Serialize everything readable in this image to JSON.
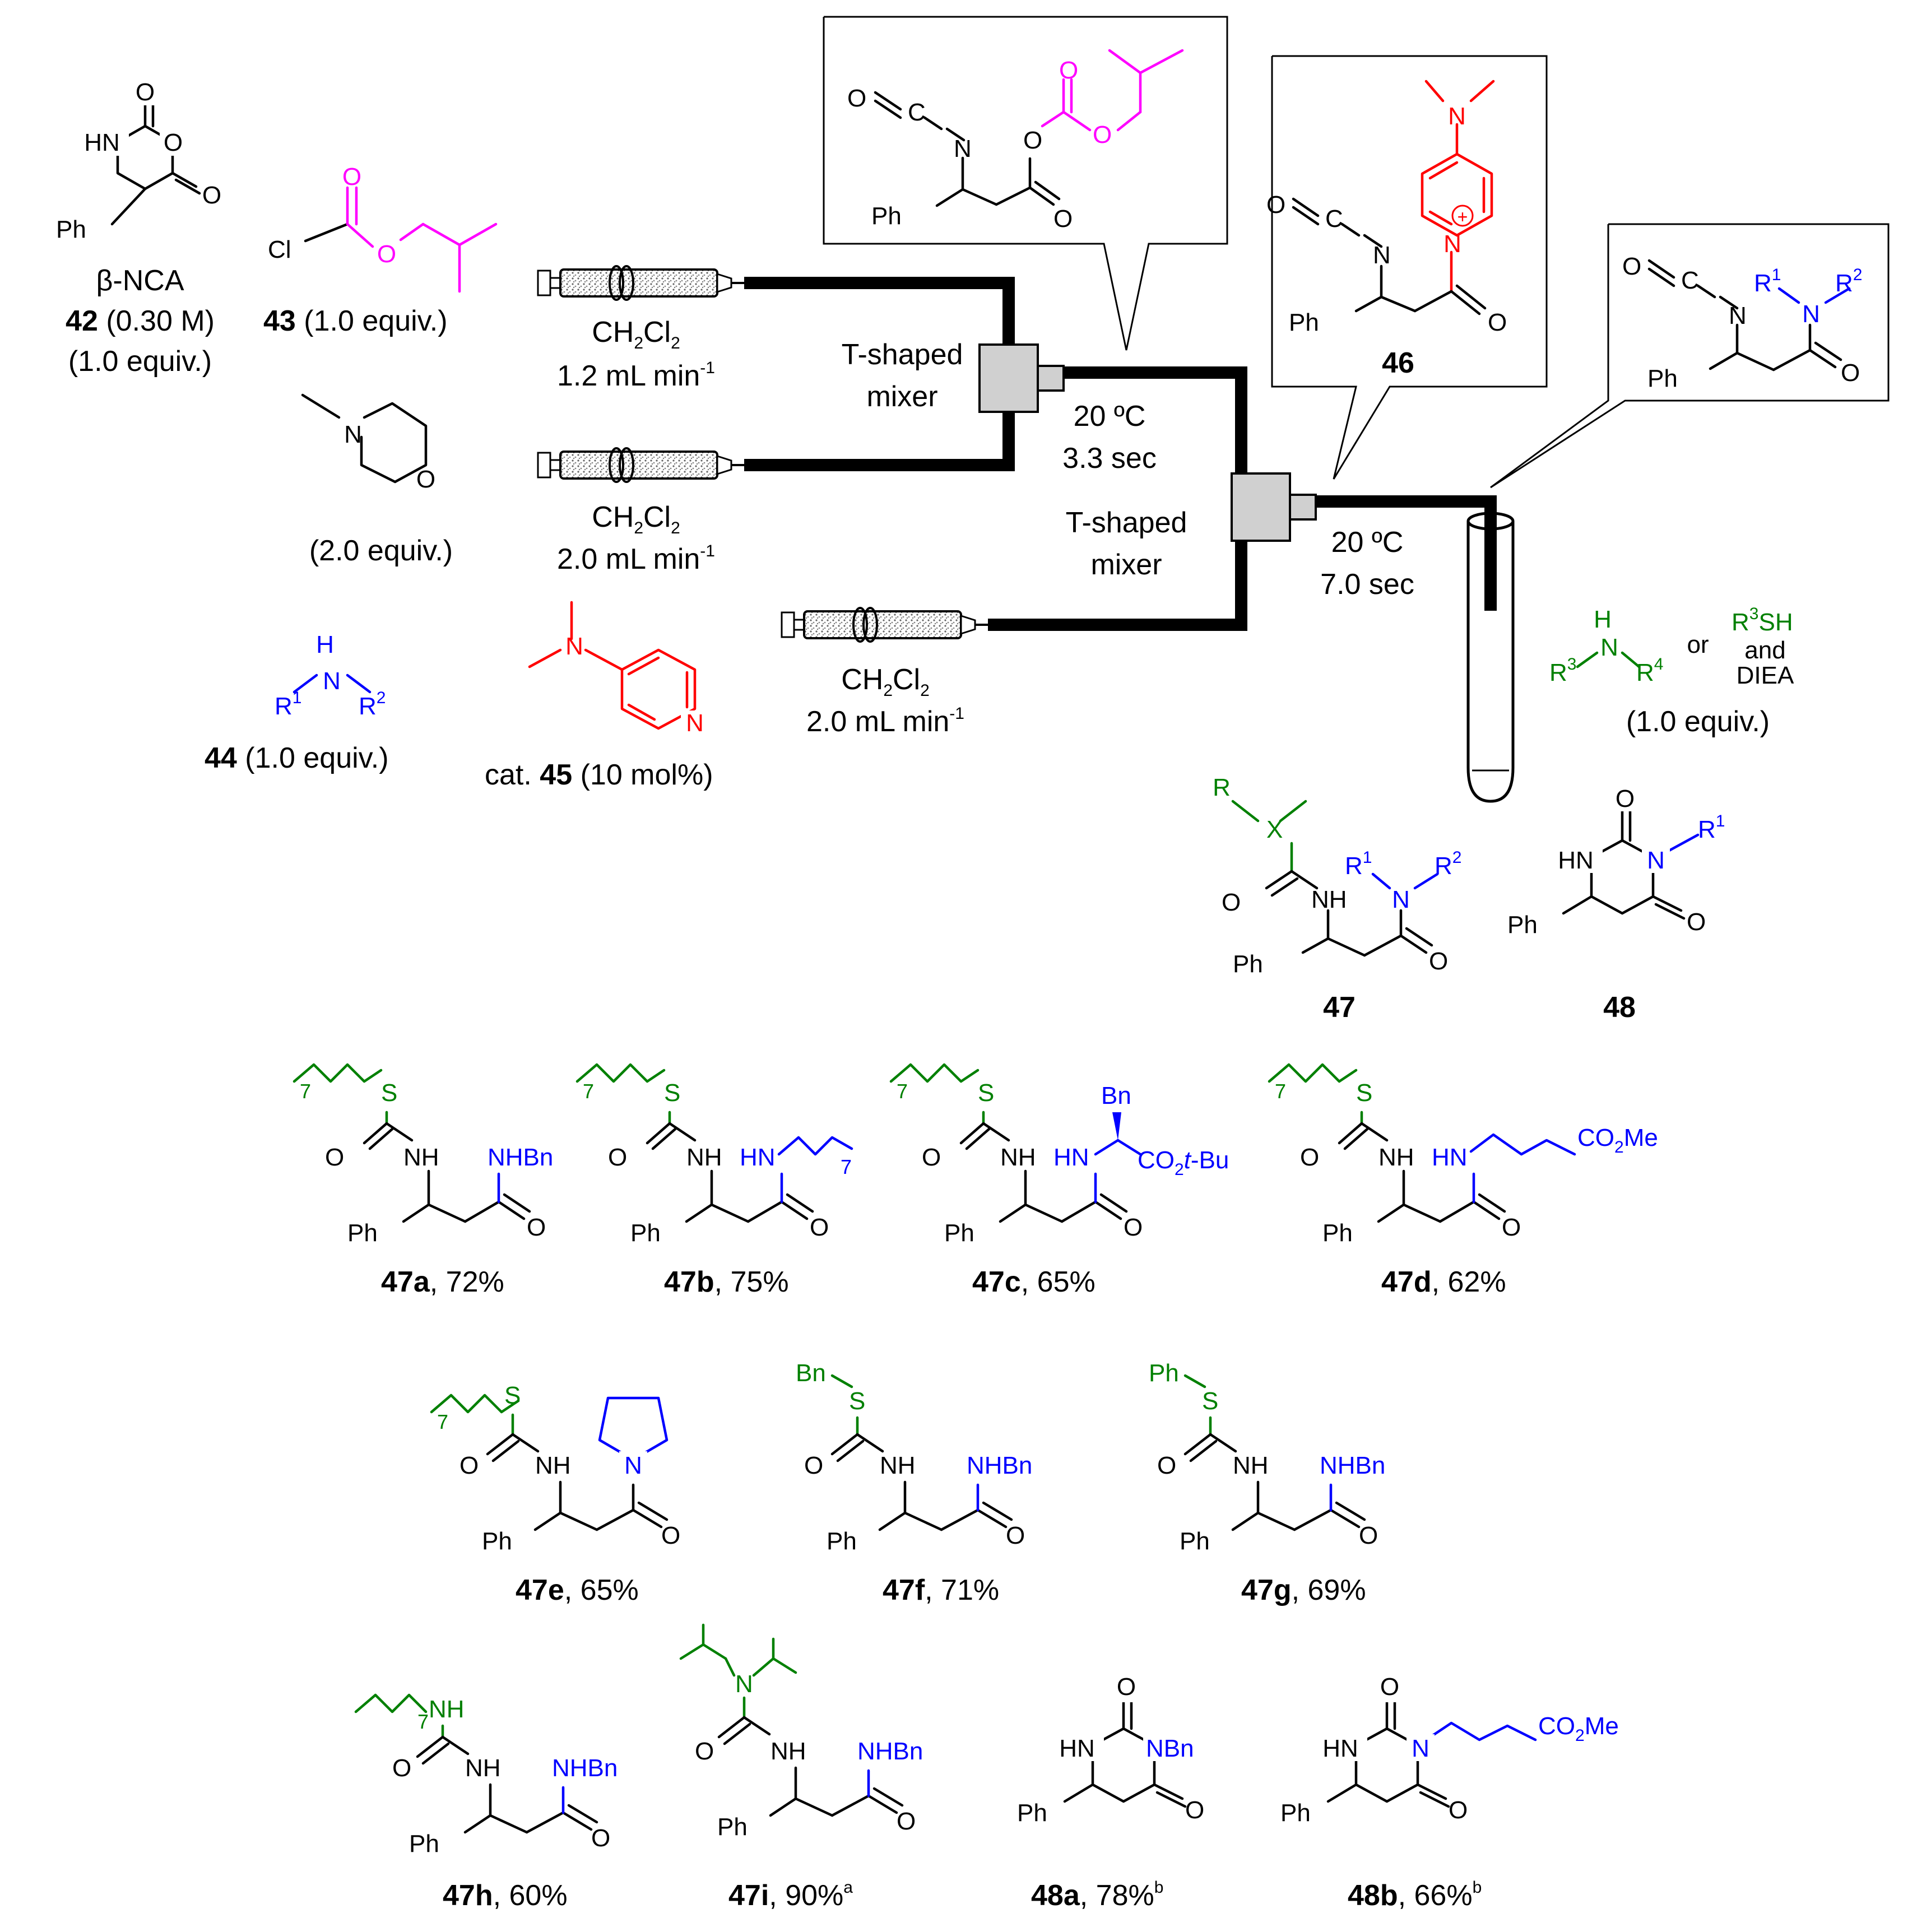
{
  "reagents": {
    "bnca_name": "β-NCA",
    "c42_id": "42",
    "c42_conc": "(0.30 M)",
    "c42_equiv": "(1.0 equiv.)",
    "c43_id": "43",
    "c43_equiv": "(1.0 equiv.)",
    "nmm_equiv": "(2.0 equiv.)",
    "c44_id": "44",
    "c44_equiv": "(1.0 equiv.)",
    "c45_pre": "cat.",
    "c45_id": "45",
    "c45_equiv": "(10 mol%)",
    "nuc_or": "or",
    "nuc_and": "and",
    "nuc_diea": "DIEA",
    "nuc_equiv": "(1.0 equiv.)"
  },
  "flow": {
    "pump1_rate": "1.2 mL min",
    "pump2_rate": "2.0 mL min",
    "pump3_rate": "2.0 mL min",
    "solvent_sup": "-1",
    "mixer_line1": "T-shaped",
    "mixer_line2": "mixer",
    "stage1_temp": "20 ºC",
    "stage1_time": "3.3 sec",
    "stage2_temp": "20 ºC",
    "stage2_time": "7.0 sec"
  },
  "intermediates": {
    "c46_id": "46"
  },
  "generic": {
    "c47_id": "47",
    "c48_id": "48"
  },
  "products": [
    {
      "id": "47a",
      "yield": ", 72%",
      "note": ""
    },
    {
      "id": "47b",
      "yield": ", 75%",
      "note": ""
    },
    {
      "id": "47c",
      "yield": ", 65%",
      "note": ""
    },
    {
      "id": "47d",
      "yield": ", 62%",
      "note": ""
    },
    {
      "id": "47e",
      "yield": ", 65%",
      "note": ""
    },
    {
      "id": "47f",
      "yield": ", 71%",
      "note": ""
    },
    {
      "id": "47g",
      "yield": ", 69%",
      "note": ""
    },
    {
      "id": "47h",
      "yield": ", 60%",
      "note": ""
    },
    {
      "id": "47i",
      "yield": ", 90%",
      "note": "a"
    },
    {
      "id": "48a",
      "yield": ", 78%",
      "note": "b"
    },
    {
      "id": "48b",
      "yield": ", 66%",
      "note": "b"
    }
  ],
  "colors": {
    "chloroformate": "#ff00ff",
    "dmap": "#ff0000",
    "amine": "#0000ff",
    "nucleophile": "#008000"
  }
}
